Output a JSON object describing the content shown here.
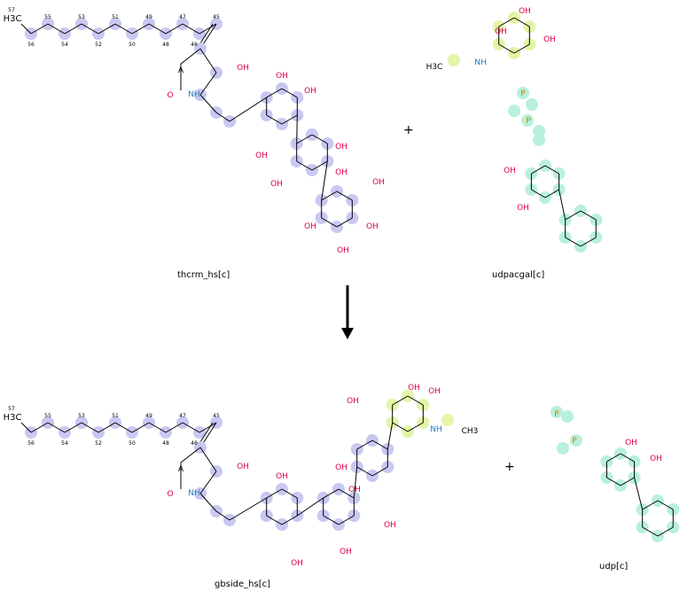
{
  "reaction": {
    "reactants": [
      {
        "name": "thcrm_hs[c]"
      },
      {
        "name": "udpacgal[c]"
      }
    ],
    "products": [
      {
        "name": "gbside_hs[c]"
      },
      {
        "name": "udp[c]"
      }
    ],
    "plus_sign": "+",
    "arrow": "reaction-arrow"
  },
  "atoms": {
    "methyl": "H3C",
    "methyl_number": "57",
    "chain_top": [
      "55",
      "53",
      "51",
      "49",
      "47",
      "45"
    ],
    "chain_bottom": [
      "56",
      "54",
      "52",
      "50",
      "48",
      "46"
    ],
    "hydroxyl": "OH",
    "amine": "NH",
    "acetyl_methyl": "CH3"
  },
  "colors": {
    "thcrm_highlight": "#c8c8f2",
    "galnac_highlight": "#e2f5a8",
    "udp_highlight": "#b8f0dc",
    "oxygen": "#e0004a",
    "nitrogen": "#2080c0",
    "phosphorus": "#d08000",
    "bond": "#000000"
  }
}
